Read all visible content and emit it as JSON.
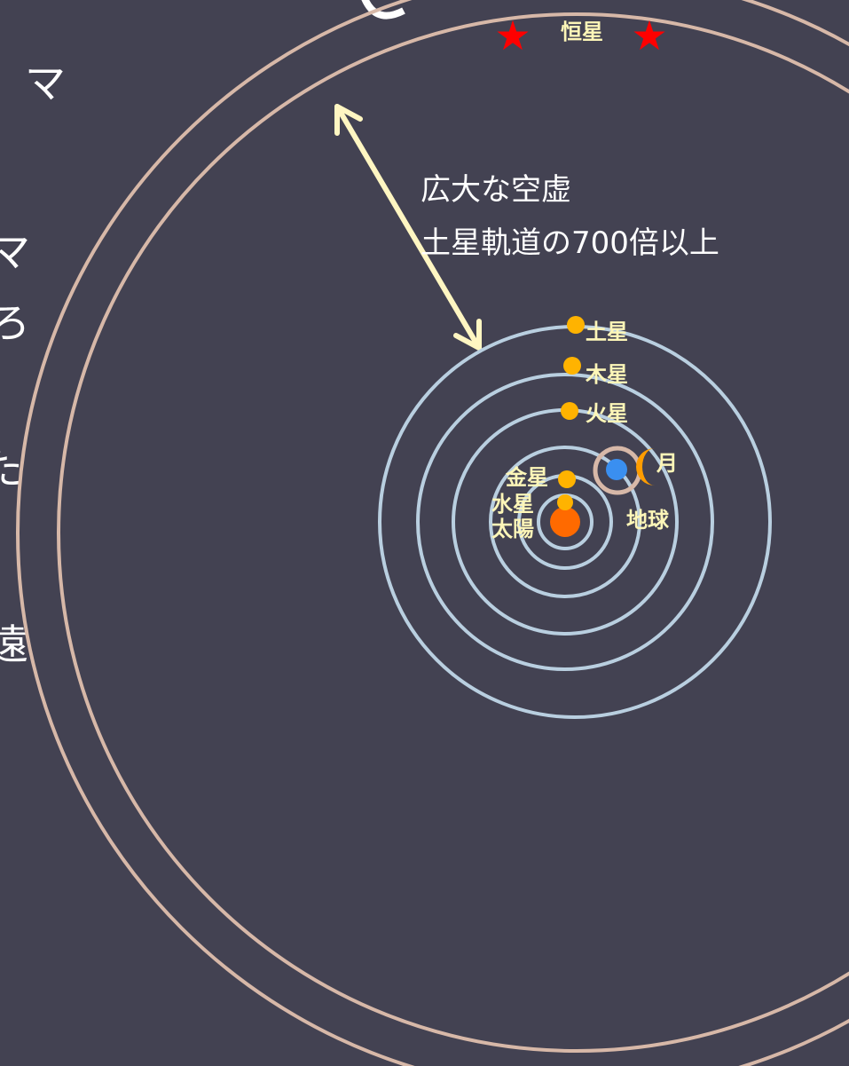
{
  "labels": {
    "fixed_stars": "恒星",
    "saturn": "土星",
    "jupiter": "木星",
    "mars": "火星",
    "moon": "月",
    "venus": "金星",
    "mercury": "水星",
    "sun": "太陽",
    "earth": "地球"
  },
  "annotation": {
    "line1": "広大な空虚",
    "line2": "土星軌道の700倍以上"
  },
  "cropped_text": {
    "glyph1": "マ",
    "glyph2": "マ",
    "glyph3": "ろ",
    "glyph4": "た",
    "glyph5": "遠"
  },
  "colors": {
    "background": "#434252",
    "outer_orbit": "#d7b8a8",
    "planet_orbit": "#b9cfe0",
    "planet": "#ffb300",
    "sun": "#ff6a00",
    "earth": "#3a8ff0",
    "moon": "#ff9d00",
    "star": "#ff0000",
    "arrow": "#fff6c2",
    "label": "#fdf6b8"
  }
}
